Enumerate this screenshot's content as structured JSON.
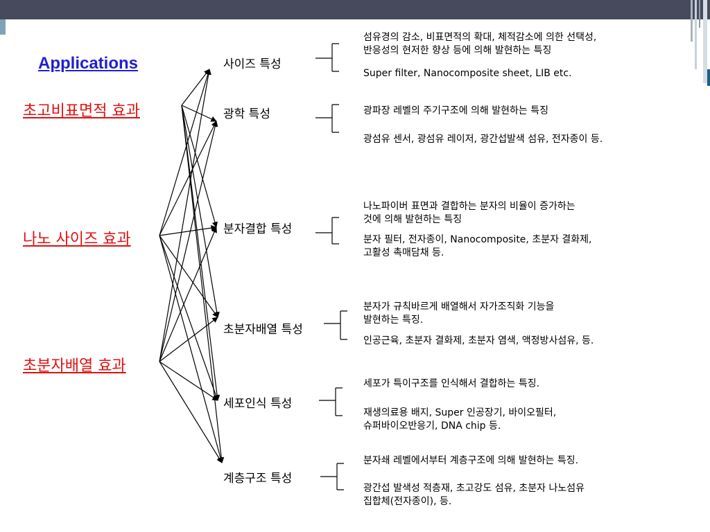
{
  "title": "Applications",
  "effects": [
    "초고비표면적 효과",
    "나노 사이즈 효과",
    "초분자배열 효과"
  ],
  "properties": [
    {
      "name": "사이즈 특성",
      "desc": "섬유경의 감소, 비표면적의 확대, 체적감소에 의한 선택성,\n반응성의 현저한 향상 등에 의해 발현하는 특징",
      "app": "Super filter, Nanocomposite sheet, LIB etc."
    },
    {
      "name": "광학 특성",
      "desc": "광파장 레벨의 주기구조에 의해 발현하는 특징",
      "app": "광섬유 센서, 광섬유 레이저, 광간섭발색 섬유, 전자종이 등."
    },
    {
      "name": "분자결합 특성",
      "desc": "나노파이버 표면과 결합하는 분자의 비율이 증가하는\n것에 의해 발현하는 특징",
      "app": "분자 필터, 전자종이, Nanocomposite, 초분자 결화제,\n고활성 촉매담채 등."
    },
    {
      "name": "초분자배열 특성",
      "desc": "분자가 규칙바르게 배열해서 자가조직화 기능을\n발현하는 특징.",
      "app": "인공근육, 초분자 결화제, 초분자 염색, 액정방사섬유, 등."
    },
    {
      "name": "세포인식 특성",
      "desc": "세포가 특이구조를 인식해서 결합하는 특징.",
      "app": "재생의료용 배지, Super 인공장기, 바이오필터,\n슈퍼바이오반응기, DNA chip 등."
    },
    {
      "name": "계층구조 특성",
      "desc": "분자쇄 레벨에서부터 계층구조에 의해 발현하는 특징.",
      "app": "광간섭 발색성 적층재, 초고강도 섬유, 초분자 나노섬유\n집합체(전자종이), 등."
    }
  ],
  "connections": [
    [
      0,
      0
    ],
    [
      0,
      1
    ],
    [
      0,
      2
    ],
    [
      0,
      3
    ],
    [
      0,
      4
    ],
    [
      0,
      5
    ],
    [
      1,
      0
    ],
    [
      1,
      1
    ],
    [
      1,
      2
    ],
    [
      1,
      3
    ],
    [
      1,
      4
    ],
    [
      1,
      5
    ],
    [
      2,
      0
    ],
    [
      2,
      1
    ],
    [
      2,
      2
    ],
    [
      2,
      3
    ],
    [
      2,
      4
    ],
    [
      2,
      5
    ]
  ],
  "colors": {
    "title": "#1f1fd0",
    "effect": "#e01010",
    "topbar": "#474a5c"
  }
}
